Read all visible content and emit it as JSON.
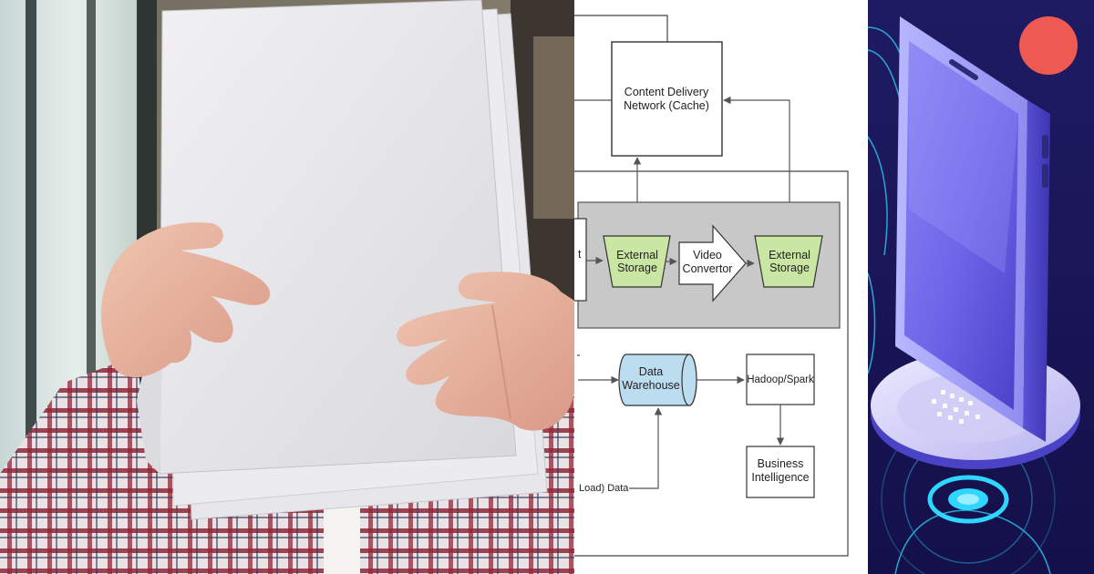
{
  "diagram": {
    "cdn_line1": "Content Delivery",
    "cdn_line2": "Network (Cache)",
    "storage_left_line1": "External",
    "storage_left_line2": "Storage",
    "converter_line1": "Video",
    "converter_line2": "Convertor",
    "storage_right_line1": "External",
    "storage_right_line2": "Storage",
    "cut_left_char": "t",
    "warehouse_line1": "Data",
    "warehouse_line2": "Warehouse",
    "hadoop": "Hadoop/Spark",
    "bi_line1": "Business",
    "bi_line2": "Intelligence",
    "load_label": "Load) Data"
  },
  "colors": {
    "storage_fill": "#c9e6a3",
    "warehouse_fill": "#bcdcf0",
    "process_fill": "#c8c8c8",
    "phone_accent": "#6c63e8",
    "phone_glow": "#2fd6ff",
    "dot_red": "#ee5a52",
    "phone_bg": "#1e1a5c"
  },
  "icons": {
    "photo": "person-holding-papers-photo",
    "phone": "isometric-smartphone-illustration"
  }
}
